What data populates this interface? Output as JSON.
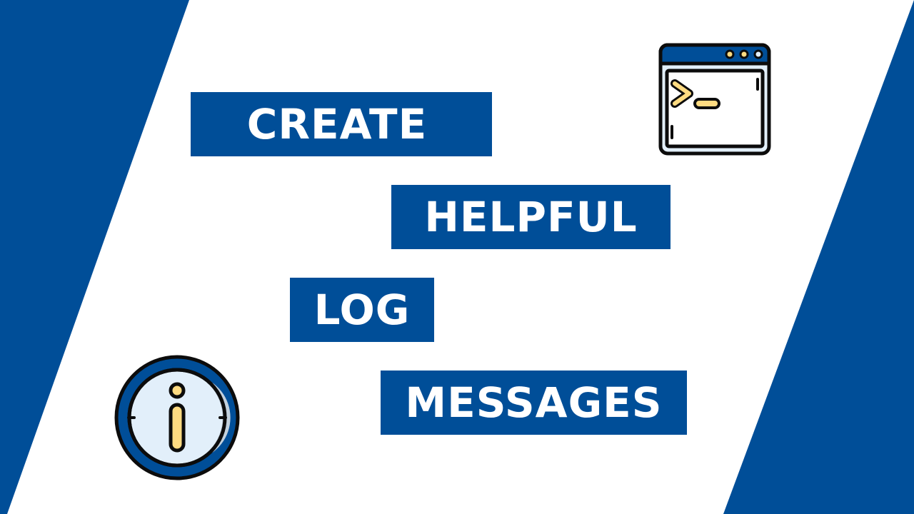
{
  "colors": {
    "brand_blue": "#004e98",
    "box_blue": "#004e98",
    "text_white": "#ffffff",
    "icon_light": "#e2effa",
    "icon_shadow": "#c3d1dd",
    "icon_yellow": "#fedb81",
    "icon_outline": "#0c0c0c"
  },
  "words": [
    {
      "text": "CREATE"
    },
    {
      "text": "HELPFUL"
    },
    {
      "text": "LOG"
    },
    {
      "text": "MESSAGES"
    }
  ],
  "icons": {
    "terminal": "terminal-window-icon",
    "info": "info-icon"
  }
}
